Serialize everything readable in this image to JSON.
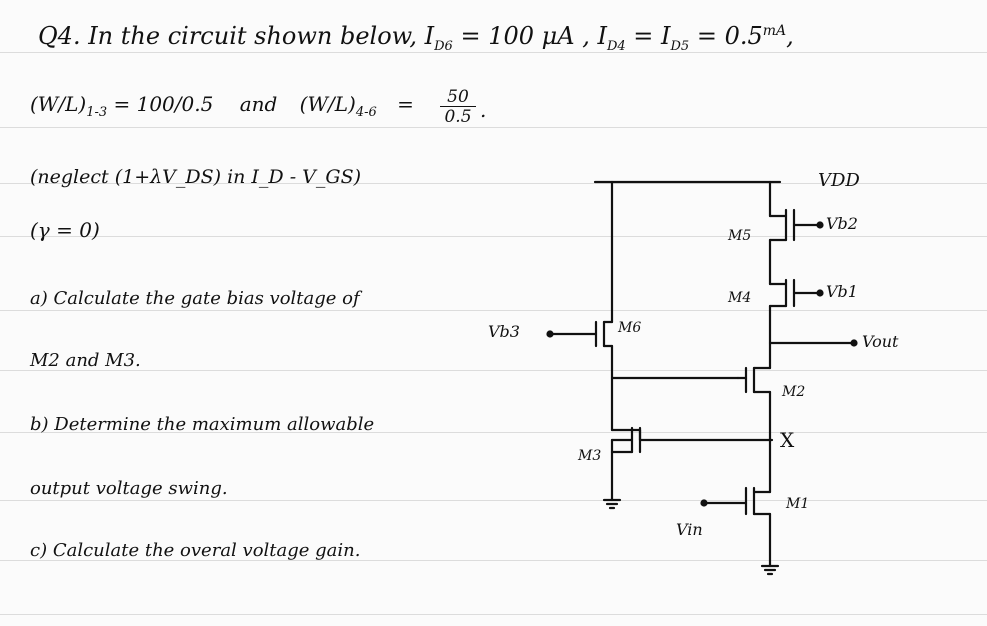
{
  "question": {
    "header": "Q4. In the circuit shown below, I",
    "id6_sub": "D6",
    "id6_val": " = 100 μA ,  I",
    "id4_sub": "D4",
    "eq": " = I",
    "id5_sub": "D5",
    "id5_val": " = 0.5",
    "unit": "mA",
    "wl13": "(W/L)",
    "wl13_sub": "1-3",
    "wl13_val": " = 100/0.5",
    "and": "and",
    "wl46": "(W/L)",
    "wl46_sub": "4-6",
    "frac_num": "50",
    "frac_den": "0.5",
    "neglect": "(neglect (1+λV_DS) in I_D - V_GS)",
    "gamma": "(γ = 0)",
    "part_a_1": "a) Calculate the gate bias voltage of",
    "part_a_2": "M2 and M3.",
    "part_b_1": "b) Determine the maximum allowable",
    "part_b_2": "output voltage swing.",
    "part_c": "c) Calculate the overal voltage gain."
  },
  "circuit": {
    "vdd": "VDD",
    "vb2": "Vb2",
    "vb1": "Vb1",
    "vb3": "Vb3",
    "vout": "Vout",
    "vin": "Vin",
    "m1": "M1",
    "m2": "M2",
    "m3": "M3",
    "m4": "M4",
    "m5": "M5",
    "m6": "M6",
    "node_x": "X"
  }
}
